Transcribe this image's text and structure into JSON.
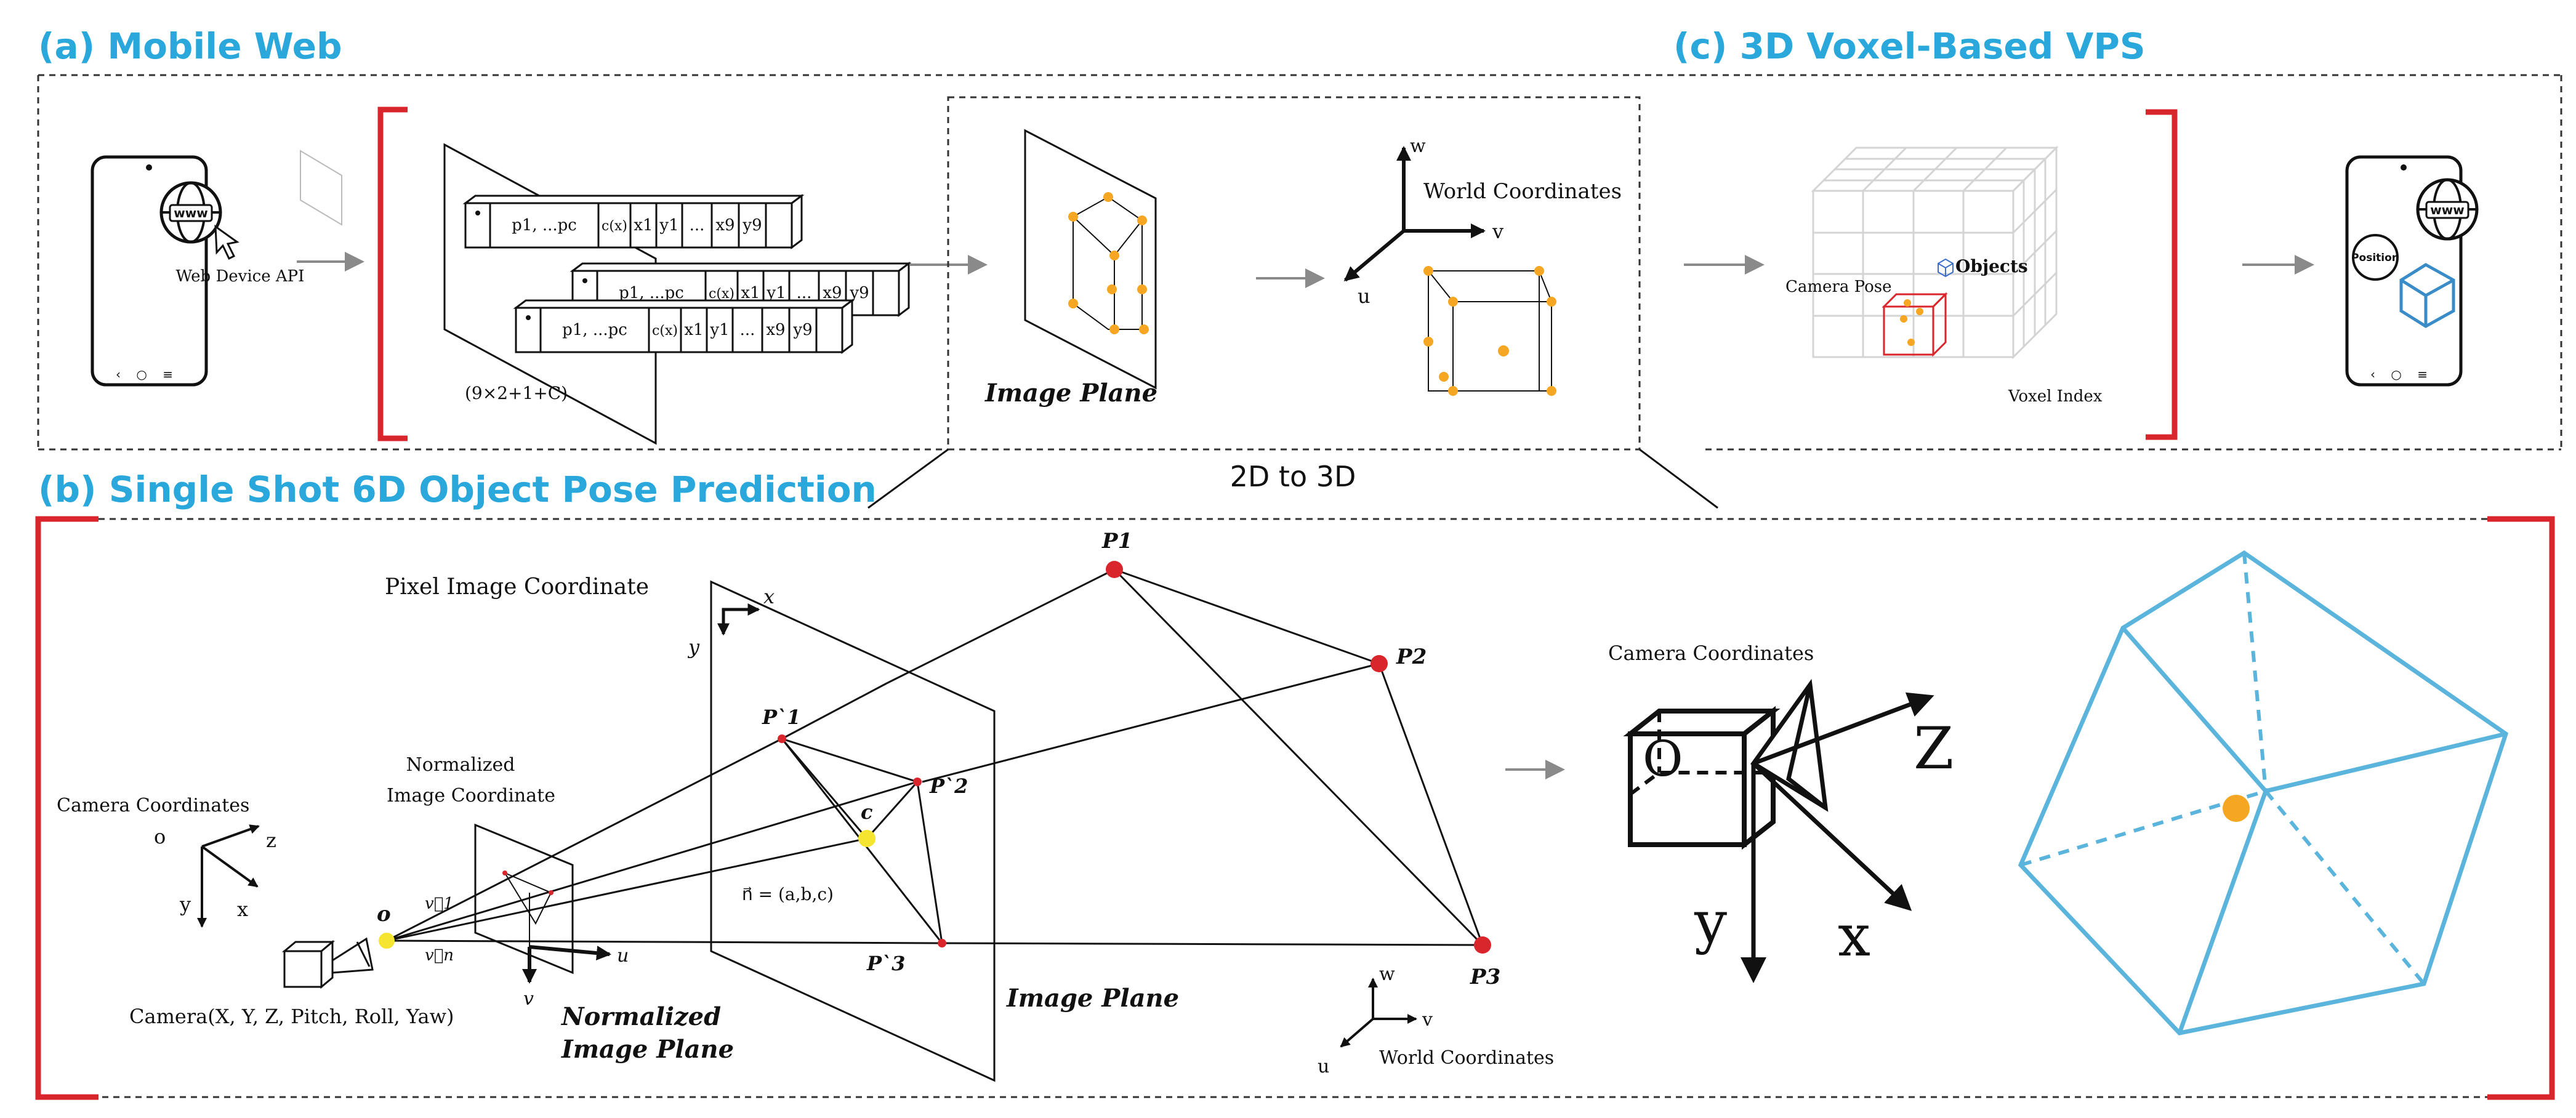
{
  "headings": {
    "a": "(a) Mobile Web",
    "b": "(b) Single Shot 6D Object Pose Prediction",
    "c": "(c) 3D Voxel-Based VPS"
  },
  "panel_a": {
    "web_device_api": "Web Device API",
    "tensor_caption": "(9×2+1+C)",
    "row_cells": [
      "p1, ...pc",
      "c(x)",
      "x1",
      "y1",
      "...",
      "x9",
      "y9"
    ],
    "www": "www"
  },
  "center_box": {
    "image_plane": "Image Plane",
    "world_coordinates": "World Coordinates",
    "axis_w": "w",
    "axis_v": "v",
    "axis_u": "u",
    "caption": "2D to 3D"
  },
  "panel_c": {
    "camera_pose": "Camera Pose",
    "objects": "Objects",
    "voxel_index": "Voxel Index",
    "position": "Position",
    "www": "www"
  },
  "panel_b": {
    "pixel_image_coordinate": "Pixel Image Coordinate",
    "axis_x": "x",
    "axis_y": "y",
    "normalized_image_coordinate_1": "Normalized",
    "normalized_image_coordinate_2": "Image Coordinate",
    "camera_coordinates": "Camera Coordinates",
    "cam_o": "o",
    "cam_z": "z",
    "cam_y": "y",
    "cam_x": "x",
    "origin": "o",
    "v1": "v⃗1",
    "vn": "v⃗n",
    "u": "u",
    "v": "v",
    "normalized_image_plane_1": "Normalized",
    "normalized_image_plane_2": "Image Plane",
    "camera_caption": "Camera(X, Y, Z, Pitch, Roll, Yaw)",
    "p1_prime": "P`1",
    "p2_prime": "P`2",
    "p3_prime": "P`3",
    "c_label": "c",
    "normal": "n⃗ = (a,b,c)",
    "image_plane": "Image Plane",
    "p1": "P1",
    "p2": "P2",
    "p3": "P3",
    "world_w": "w",
    "world_v": "v",
    "world_u": "u",
    "world_coordinates": "World Coordinates",
    "right_camera_coordinates": "Camera Coordinates",
    "big_o": "O",
    "big_z": "Z",
    "big_y": "y",
    "big_x": "x"
  }
}
